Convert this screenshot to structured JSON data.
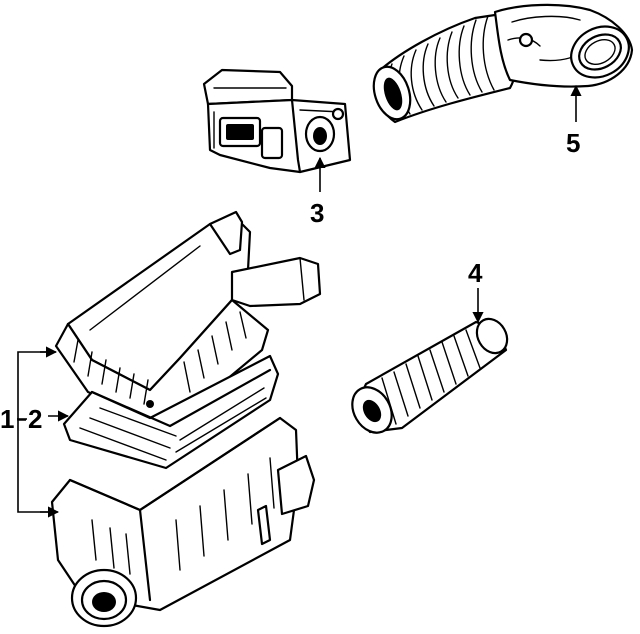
{
  "callouts": {
    "c1": "1",
    "c2": "2",
    "c3": "3",
    "c4": "4",
    "c5": "5"
  },
  "parts": [
    {
      "id": "air-cleaner-assembly",
      "callout": "1"
    },
    {
      "id": "air-filter-element",
      "callout": "2"
    },
    {
      "id": "mass-airflow-sensor",
      "callout": "3"
    },
    {
      "id": "breather-hose",
      "callout": "4"
    },
    {
      "id": "intake-duct",
      "callout": "5"
    }
  ]
}
